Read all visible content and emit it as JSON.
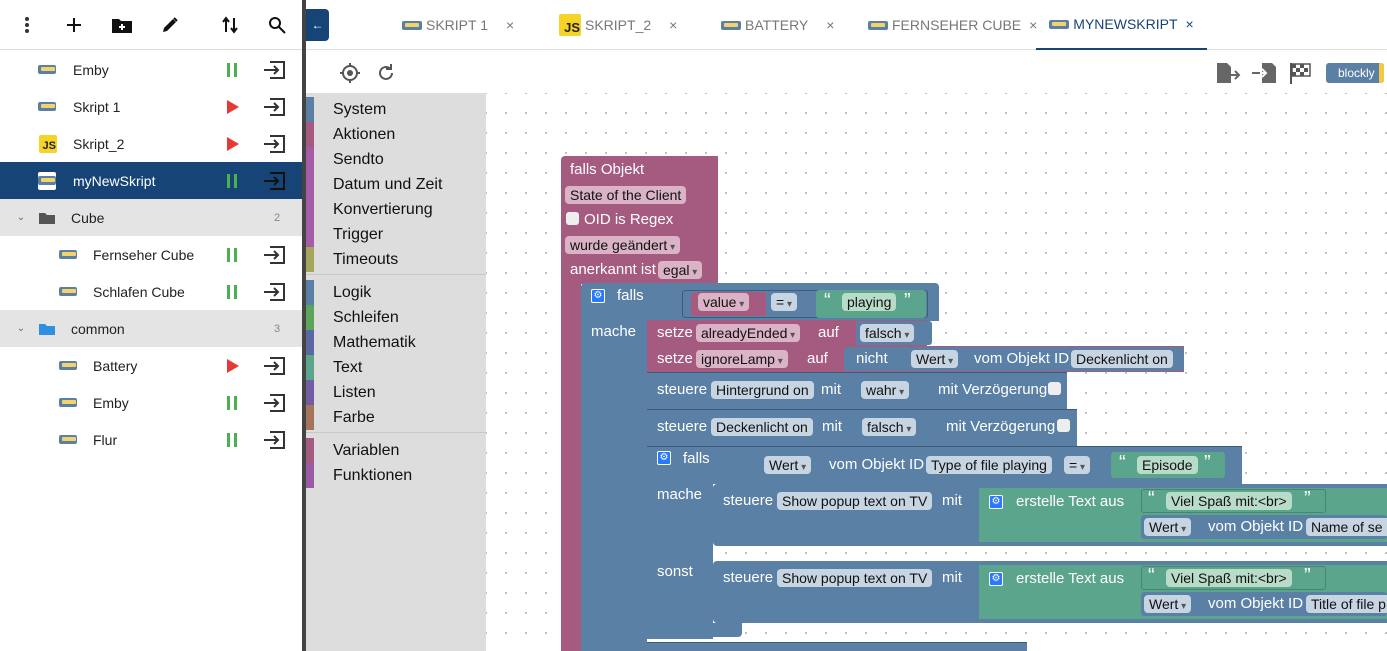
{
  "sidebar": {
    "items": [
      {
        "label": "Emby",
        "icon": "blockly-icon",
        "status": "running"
      },
      {
        "label": "Skript 1",
        "icon": "blockly-icon",
        "status": "stopped"
      },
      {
        "label": "Skript_2",
        "icon": "js-icon",
        "icon_text": "JS",
        "status": "stopped"
      },
      {
        "label": "myNewSkript",
        "icon": "blockly-icon",
        "status": "running",
        "selected": true
      },
      {
        "label": "Cube",
        "type": "folder",
        "count": "2"
      },
      {
        "label": "Fernseher Cube",
        "icon": "blockly-icon",
        "status": "running"
      },
      {
        "label": "Schlafen Cube",
        "icon": "blockly-icon",
        "status": "running"
      },
      {
        "label": "common",
        "type": "folder",
        "count": "3"
      },
      {
        "label": "Battery",
        "icon": "blockly-icon",
        "status": "stopped"
      },
      {
        "label": "Emby",
        "icon": "blockly-icon",
        "status": "running"
      },
      {
        "label": "Flur",
        "icon": "blockly-icon",
        "status": "running"
      }
    ]
  },
  "tabs": [
    {
      "label": "SKRIPT 1",
      "close": "×"
    },
    {
      "label": "SKRIPT_2",
      "close": "×",
      "icon_text": "JS"
    },
    {
      "label": "BATTERY",
      "close": "×"
    },
    {
      "label": "FERNSEHER CUBE",
      "close": "×"
    },
    {
      "label": "MYNEWSKRIPT",
      "close": "×",
      "active": true
    }
  ],
  "workspace": {
    "badge": "blockly"
  },
  "categories": [
    "System",
    "Aktionen",
    "Sendto",
    "Datum und Zeit",
    "Konvertierung",
    "Trigger",
    "Timeouts",
    "Logik",
    "Schleifen",
    "Mathematik",
    "Text",
    "Listen",
    "Farbe",
    "Variablen",
    "Funktionen"
  ],
  "colors": {
    "system": "#5b80a5",
    "aktionen": "#a55b80",
    "sendto": "#a55ba5",
    "datum": "#a55ba5",
    "konv": "#a55ba5",
    "trigger": "#a5a55b",
    "timeouts": "#5ba55b",
    "logik": "#5b80a5",
    "schleifen": "#5ba55b",
    "mathe": "#5b67a5",
    "text": "#5ba58c",
    "listen": "#745ba5",
    "farbe": "#a5745b",
    "variablen": "#a55b80",
    "funktionen": "#995ba5"
  },
  "blocks": {
    "trigger": {
      "title": "falls Objekt",
      "object": "State of the Client",
      "oid_regex": "OID is Regex",
      "event": "wurde geändert",
      "ack_label": "anerkannt ist",
      "ack_value": "egal"
    },
    "if1": {
      "falls": "falls",
      "mache": "mache",
      "var": "value",
      "op": "=",
      "str": "playing"
    },
    "set1": {
      "setze": "setze",
      "var": "alreadyEnded",
      "auf": "auf",
      "val": "falsch"
    },
    "set2": {
      "setze": "setze",
      "var": "ignoreLamp",
      "auf": "auf",
      "nicht": "nicht",
      "wert": "Wert",
      "vom": "vom Objekt ID",
      "obj": "Deckenlicht on"
    },
    "ctrl1": {
      "steuere": "steuere",
      "obj": "Hintergrund on",
      "mit": "mit",
      "val": "wahr",
      "delay": "mit Verzögerung"
    },
    "ctrl2": {
      "steuere": "steuere",
      "obj": "Deckenlicht on",
      "mit": "mit",
      "val": "falsch",
      "delay": "mit Verzögerung"
    },
    "if2": {
      "falls": "falls",
      "mache": "mache",
      "sonst": "sonst",
      "wert": "Wert",
      "vom": "vom Objekt ID",
      "obj": "Type of file playing",
      "op": "=",
      "str": "Episode"
    },
    "ctrl3": {
      "steuere": "steuere",
      "obj": "Show popup text on TV",
      "mit": "mit",
      "create": "erstelle Text aus",
      "str": "Viel Spaß mit:<br>",
      "wert": "Wert",
      "vom": "vom Objekt ID",
      "obj2": "Name of se"
    },
    "ctrl4": {
      "steuere": "steuere",
      "obj": "Show popup text on TV",
      "mit": "mit",
      "create": "erstelle Text aus",
      "str": "Viel Spaß mit:<br>",
      "wert": "Wert",
      "vom": "vom Objekt ID",
      "obj2": "Title of file p"
    }
  }
}
